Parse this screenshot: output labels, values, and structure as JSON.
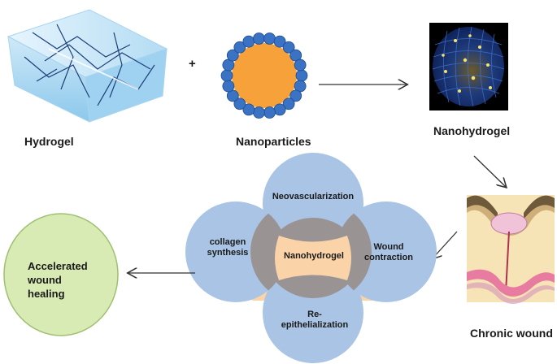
{
  "labels": {
    "hydrogel": "Hydrogel",
    "plus": "+",
    "nanoparticles": "Nanoparticles",
    "nanohydrogel": "Nanohydrogel",
    "chronic_wound": "Chronic wound",
    "accelerated_line1": "Accelerated",
    "accelerated_line2": "wound",
    "accelerated_line3": "healing"
  },
  "venn": {
    "center": "Nanohydrogel",
    "top": "Neovascularization",
    "left_line1": "collagen",
    "left_line2": "synthesis",
    "right_line1": "Wound",
    "right_line2": "contraction",
    "bottom_line1": "Re-",
    "bottom_line2": "epithelialization"
  },
  "colors": {
    "circle_blue": "#a9c4e4",
    "center_peach": "#fbd3a8",
    "overlap_gray": "#9a9394",
    "healing_green": "#d9ebb4",
    "nanoparticle_core": "#f7a13a",
    "nanoparticle_shell": "#3b73c4"
  }
}
